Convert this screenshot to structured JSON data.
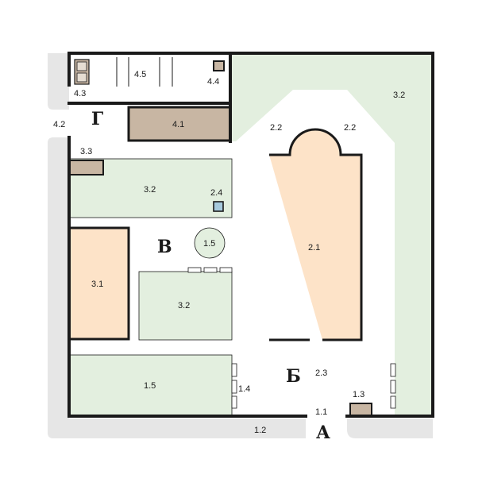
{
  "colors": {
    "green": "#e3efdf",
    "peach": "#fde3c8",
    "brown": "#c8b6a3",
    "path": "#e6e6e6",
    "wall": "#1a1a1a",
    "blue": "#a6c9dc"
  },
  "zones": {
    "a": "А",
    "b": "Б",
    "v": "В",
    "g": "Г"
  },
  "labels": {
    "l11": "1.1",
    "l12": "1.2",
    "l13": "1.3",
    "l14": "1.4",
    "l15_garden": "1.5",
    "l15_circle": "1.5",
    "l21": "2.1",
    "l22_left": "2.2",
    "l22_right": "2.2",
    "l23": "2.3",
    "l24": "2.4",
    "l31": "3.1",
    "l32_top": "3.2",
    "l32_mid": "3.2",
    "l32_right": "3.2",
    "l33": "3.3",
    "l41": "4.1",
    "l42": "4.2",
    "l43": "4.3",
    "l44": "4.4",
    "l45": "4.5"
  }
}
